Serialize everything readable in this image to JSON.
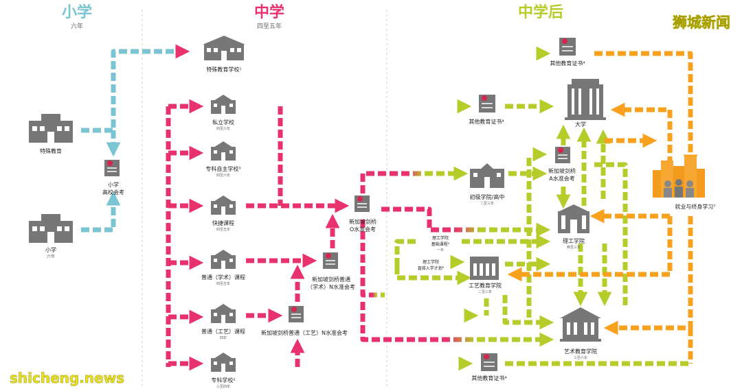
{
  "headers": {
    "primary": {
      "title": "小学",
      "sub": "六年"
    },
    "secondary": {
      "title": "中学",
      "sub": "四至五年"
    },
    "post_secondary": {
      "title": "中学后"
    }
  },
  "watermarks": {
    "top_right": "狮城新闻",
    "bottom_left": "shicheng.news"
  },
  "colors": {
    "blue": "#7ac4d3",
    "pink": "#e8326e",
    "green": "#b5cc2a",
    "orange": "#f7a11f",
    "icon": "#777777"
  },
  "nodes": {
    "special_ed": {
      "label": "特殊教育"
    },
    "primary": {
      "label": "小学",
      "sub": "六年"
    },
    "psle": {
      "label1": "小学",
      "label2": "高校会考"
    },
    "special_school": {
      "label": "特殊教育学校¹"
    },
    "private_school": {
      "label": "私立学校",
      "sub": "四至六年"
    },
    "specialised_independent": {
      "label": "专科自主学校³",
      "sub": "四至六年"
    },
    "express": {
      "label": "快捷课程",
      "sub": "四至五年"
    },
    "normal_academic": {
      "label": "普通（学术）课程",
      "sub": "四至五年"
    },
    "normal_technical": {
      "label": "普通（工艺）课程",
      "sub": "四年"
    },
    "specialised_school": {
      "label": "专科学校²",
      "sub": "三至四年"
    },
    "o_level": {
      "label1": "新加坡剑桥",
      "label2": "O水准会考"
    },
    "n_acad": {
      "label1": "新加坡剑桥普通",
      "label2": "（学术）N水准会考"
    },
    "n_tech": {
      "label": "新加坡剑桥普通（工艺）N水准会考"
    },
    "other_cert_top": {
      "label": "其他教育证书⁴"
    },
    "other_cert_mid": {
      "label": "其他教育证书⁴"
    },
    "other_cert_bottom": {
      "label": "其他教育证书⁴"
    },
    "university": {
      "label": "大学"
    },
    "a_level": {
      "label1": "新加坡剑桥",
      "label2": "A水准会考"
    },
    "jc": {
      "label": "初级学院/高中",
      "sub": "二至三年"
    },
    "poly_foundation": {
      "label1": "理工学院",
      "label2": "基础课程⁵",
      "sub": "一年"
    },
    "poly_direct": {
      "label1": "理工学院",
      "label2": "直接入学计划⁶"
    },
    "poly": {
      "label": "理工学院",
      "sub": "两至三年"
    },
    "ite": {
      "label": "工艺教育学院",
      "sub": "二至三年"
    },
    "arts": {
      "label": "艺术教育学院",
      "sub": "三至六年"
    },
    "employment": {
      "label": "就业与终身学习⁷"
    }
  }
}
